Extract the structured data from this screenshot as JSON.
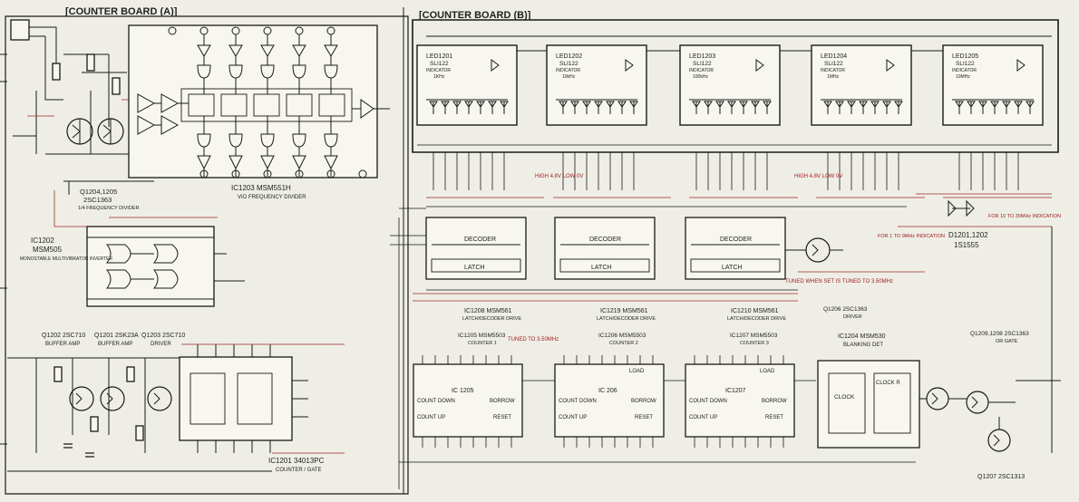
{
  "board_a": {
    "title": "[COUNTER BOARD (A)]",
    "ic1203": {
      "ref": "IC1203 MSM551H",
      "desc": "VIO FREQUENCY DIVIDER"
    },
    "q1204": {
      "ref": "Q1204,1205",
      "part": "2SC1363",
      "desc": "1/4 FREQUENCY DIVIDER"
    },
    "ic1202": {
      "ref": "IC1202",
      "part": "MSM505",
      "desc": "MONOSTABLE MULTIVIBRATOR INVERTER"
    },
    "q1202": {
      "ref": "Q1202 2SC710",
      "desc": "BUFFER AMP"
    },
    "q1201": {
      "ref": "Q1201 2SK23A",
      "desc": "BUFFER AMP"
    },
    "q1203": {
      "ref": "Q1203 2SC710",
      "desc": "DRIVER"
    },
    "ic1201": {
      "ref": "IC1201 34013PC",
      "desc": "COUNTER / GATE"
    }
  },
  "board_b": {
    "title": "[COUNTER BOARD (B)]",
    "leds": [
      {
        "ref": "LED1201",
        "part": "SLI122",
        "desc": "INDICATOR",
        "unit": "1KHz"
      },
      {
        "ref": "LED1202",
        "part": "SLI122",
        "desc": "INDICATOR",
        "unit": "10kHz"
      },
      {
        "ref": "LED1203",
        "part": "SLI122",
        "desc": "INDICATOR",
        "unit": "100kHz"
      },
      {
        "ref": "LED1204",
        "part": "SLI122",
        "desc": "INDICATOR",
        "unit": "1MHz"
      },
      {
        "ref": "LED1205",
        "part": "SLI122",
        "desc": "INDICATOR",
        "unit": "10MHz"
      }
    ],
    "decoders": [
      {
        "decoder": "DECODER",
        "latch": "LATCH"
      },
      {
        "decoder": "DECODER",
        "latch": "LATCH"
      },
      {
        "decoder": "DECODER",
        "latch": "LATCH"
      }
    ],
    "drivers": [
      {
        "ref": "IC1208 MSM561",
        "desc": "LATCH/DECODER DRIVE"
      },
      {
        "ref": "IC1219 MSM561",
        "desc": "LATCH/DECODER DRIVE"
      },
      {
        "ref": "IC1210 MSM561",
        "desc": "LATCH/DECODER DRIVE"
      }
    ],
    "counters": [
      {
        "ref": "IC1205 MSM5503",
        "desc": "COUNTER 1",
        "chip": "IC 1205"
      },
      {
        "ref": "IC1206 MSM5503",
        "desc": "COUNTER 2",
        "chip": "IC 206"
      },
      {
        "ref": "IC1207 MSM5503",
        "desc": "COUNTER 3",
        "chip": "IC1207"
      }
    ],
    "counter_pins": {
      "count_down": "COUNT DOWN",
      "count_up": "COUNT UP",
      "borrow": "BORROW",
      "reset": "RESET",
      "load": "LOAD"
    },
    "ic1204": {
      "ref": "IC1204 MSM530",
      "desc": "BLANKING DET",
      "clock": "CLOCK",
      "clock_r": "CLOCK R"
    },
    "q1206": {
      "ref": "Q1206 2SC1363",
      "desc": "DRIVER"
    },
    "q1209": {
      "ref": "Q1209,1208 2SC1363",
      "desc": "OR GATE"
    },
    "q1207": {
      "ref": "Q1207 2SC1313"
    },
    "d1201": {
      "ref": "D1201,1202",
      "part": "1S1555"
    },
    "notes": {
      "tuned_550": "TUNED TO 3.50MHz",
      "tuned_when": "TUNED WHEN SET IS TUNED TO 3.50MHz",
      "for_1_9": "FOR 1 TO 9MHz INDICATION",
      "for_10_30": "FOR 10 TO 30MHz INDICATION",
      "high_low": "HIGH 4.8V LOW 0V"
    }
  },
  "colors": {
    "ink": "#1a1a1a",
    "annotation": "#9b2a2a",
    "paper": "#efeee6"
  }
}
